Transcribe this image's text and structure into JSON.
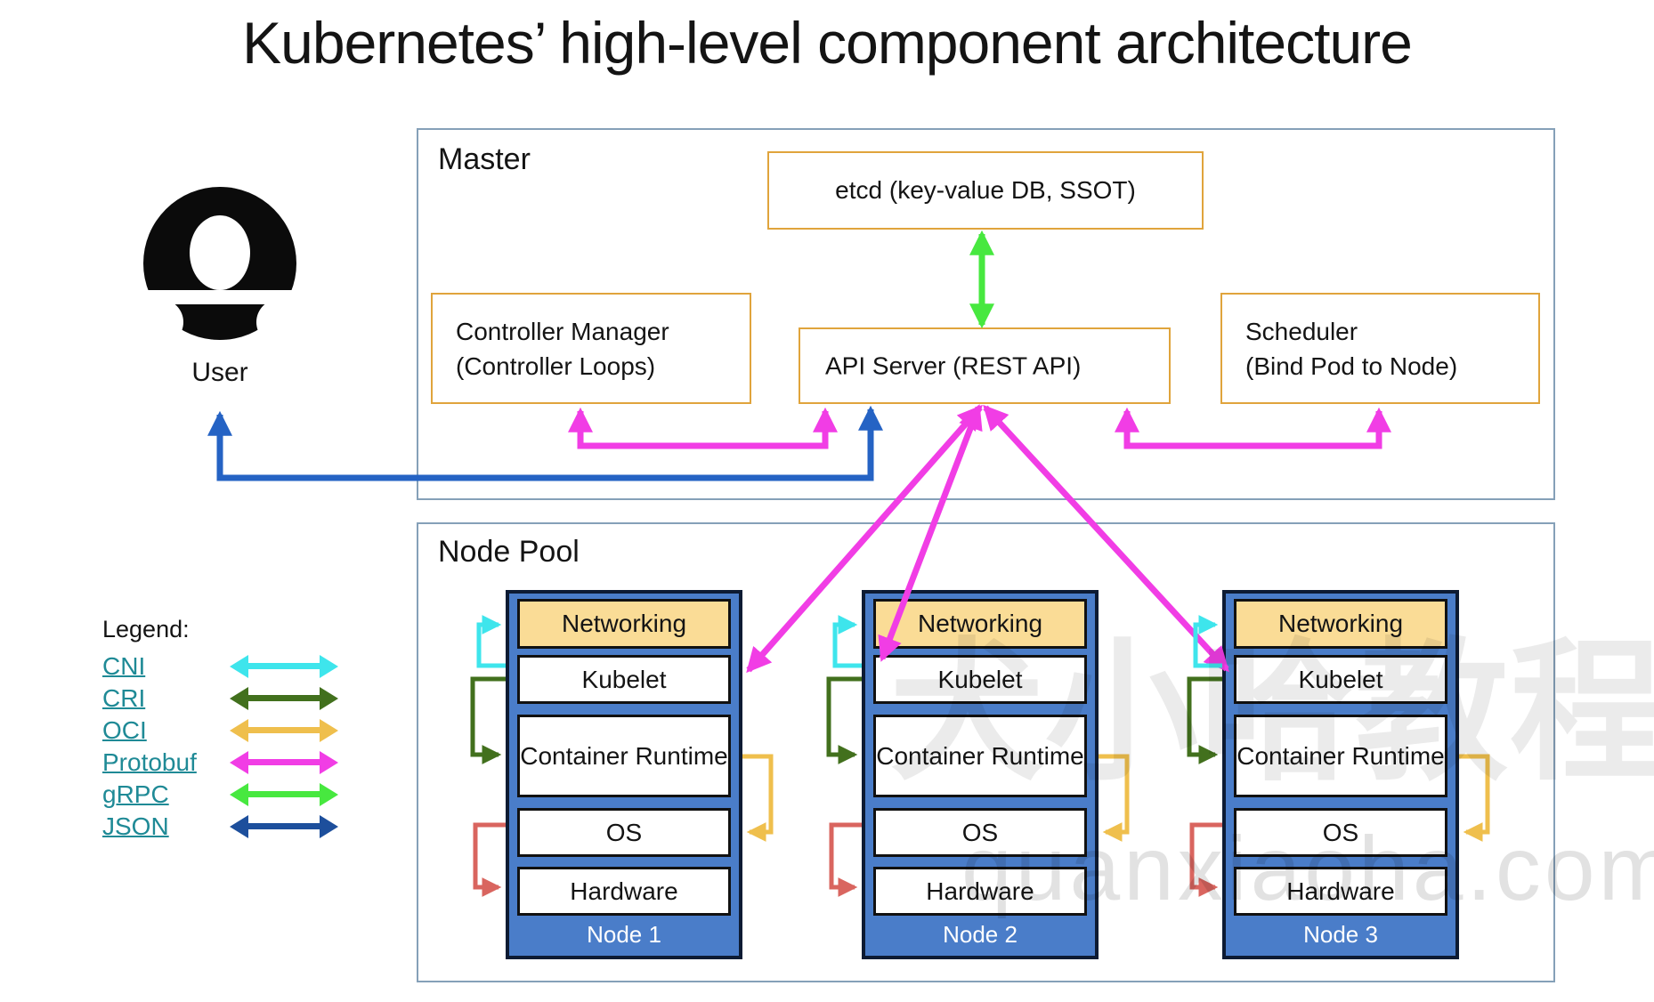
{
  "title": "Kubernetes’ high-level component architecture",
  "user": {
    "label": "User"
  },
  "master": {
    "label": "Master",
    "etcd": "etcd (key-value DB, SSOT)",
    "controller_manager": {
      "line1": "Controller Manager",
      "line2": "(Controller Loops)"
    },
    "api_server": "API Server (REST API)",
    "scheduler": {
      "line1": "Scheduler",
      "line2": "(Bind Pod to Node)"
    }
  },
  "node_pool": {
    "label": "Node Pool",
    "nodes": [
      {
        "name": "Node 1",
        "layers": [
          "Networking",
          "Kubelet",
          "Container Runtime",
          "OS",
          "Hardware"
        ]
      },
      {
        "name": "Node 2",
        "layers": [
          "Networking",
          "Kubelet",
          "Container Runtime",
          "OS",
          "Hardware"
        ]
      },
      {
        "name": "Node 3",
        "layers": [
          "Networking",
          "Kubelet",
          "Container Runtime",
          "OS",
          "Hardware"
        ]
      }
    ]
  },
  "legend": {
    "title": "Legend:",
    "items": [
      {
        "label": "CNI",
        "color": "#3EE5EC"
      },
      {
        "label": "CRI",
        "color": "#42701D"
      },
      {
        "label": "OCI",
        "color": "#EFBF4D"
      },
      {
        "label": "Protobuf",
        "color": "#F13DE5"
      },
      {
        "label": "gRPC",
        "color": "#47E83F"
      },
      {
        "label": "JSON",
        "color": "#1D4F9C"
      }
    ]
  },
  "watermark": {
    "cn": "犬小哈教程",
    "en": "quanxiaoha.com"
  },
  "colors": {
    "cni": "#3EE5EC",
    "cri": "#42701D",
    "oci": "#EFBF4D",
    "protobuf": "#F13DE5",
    "grpc": "#47E83F",
    "json": "#1D4F9C",
    "user-line": "#2563C4",
    "os-hw-link": "#D9655F",
    "box-border": "#E0A43C",
    "group-border": "#85A0B8",
    "node-fill": "#4A7DC9",
    "networking-fill": "#FADC96",
    "link": "#1F8A96"
  }
}
